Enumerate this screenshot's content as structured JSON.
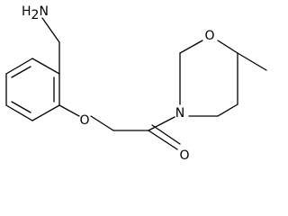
{
  "molecule": {
    "atoms": {
      "amine": {
        "element": "H",
        "subscript": "2",
        "tail": "N"
      },
      "ether_oxygen": "O",
      "ring_oxygen": "O",
      "amide_nitrogen": "N",
      "carbonyl_oxygen": "O"
    }
  }
}
